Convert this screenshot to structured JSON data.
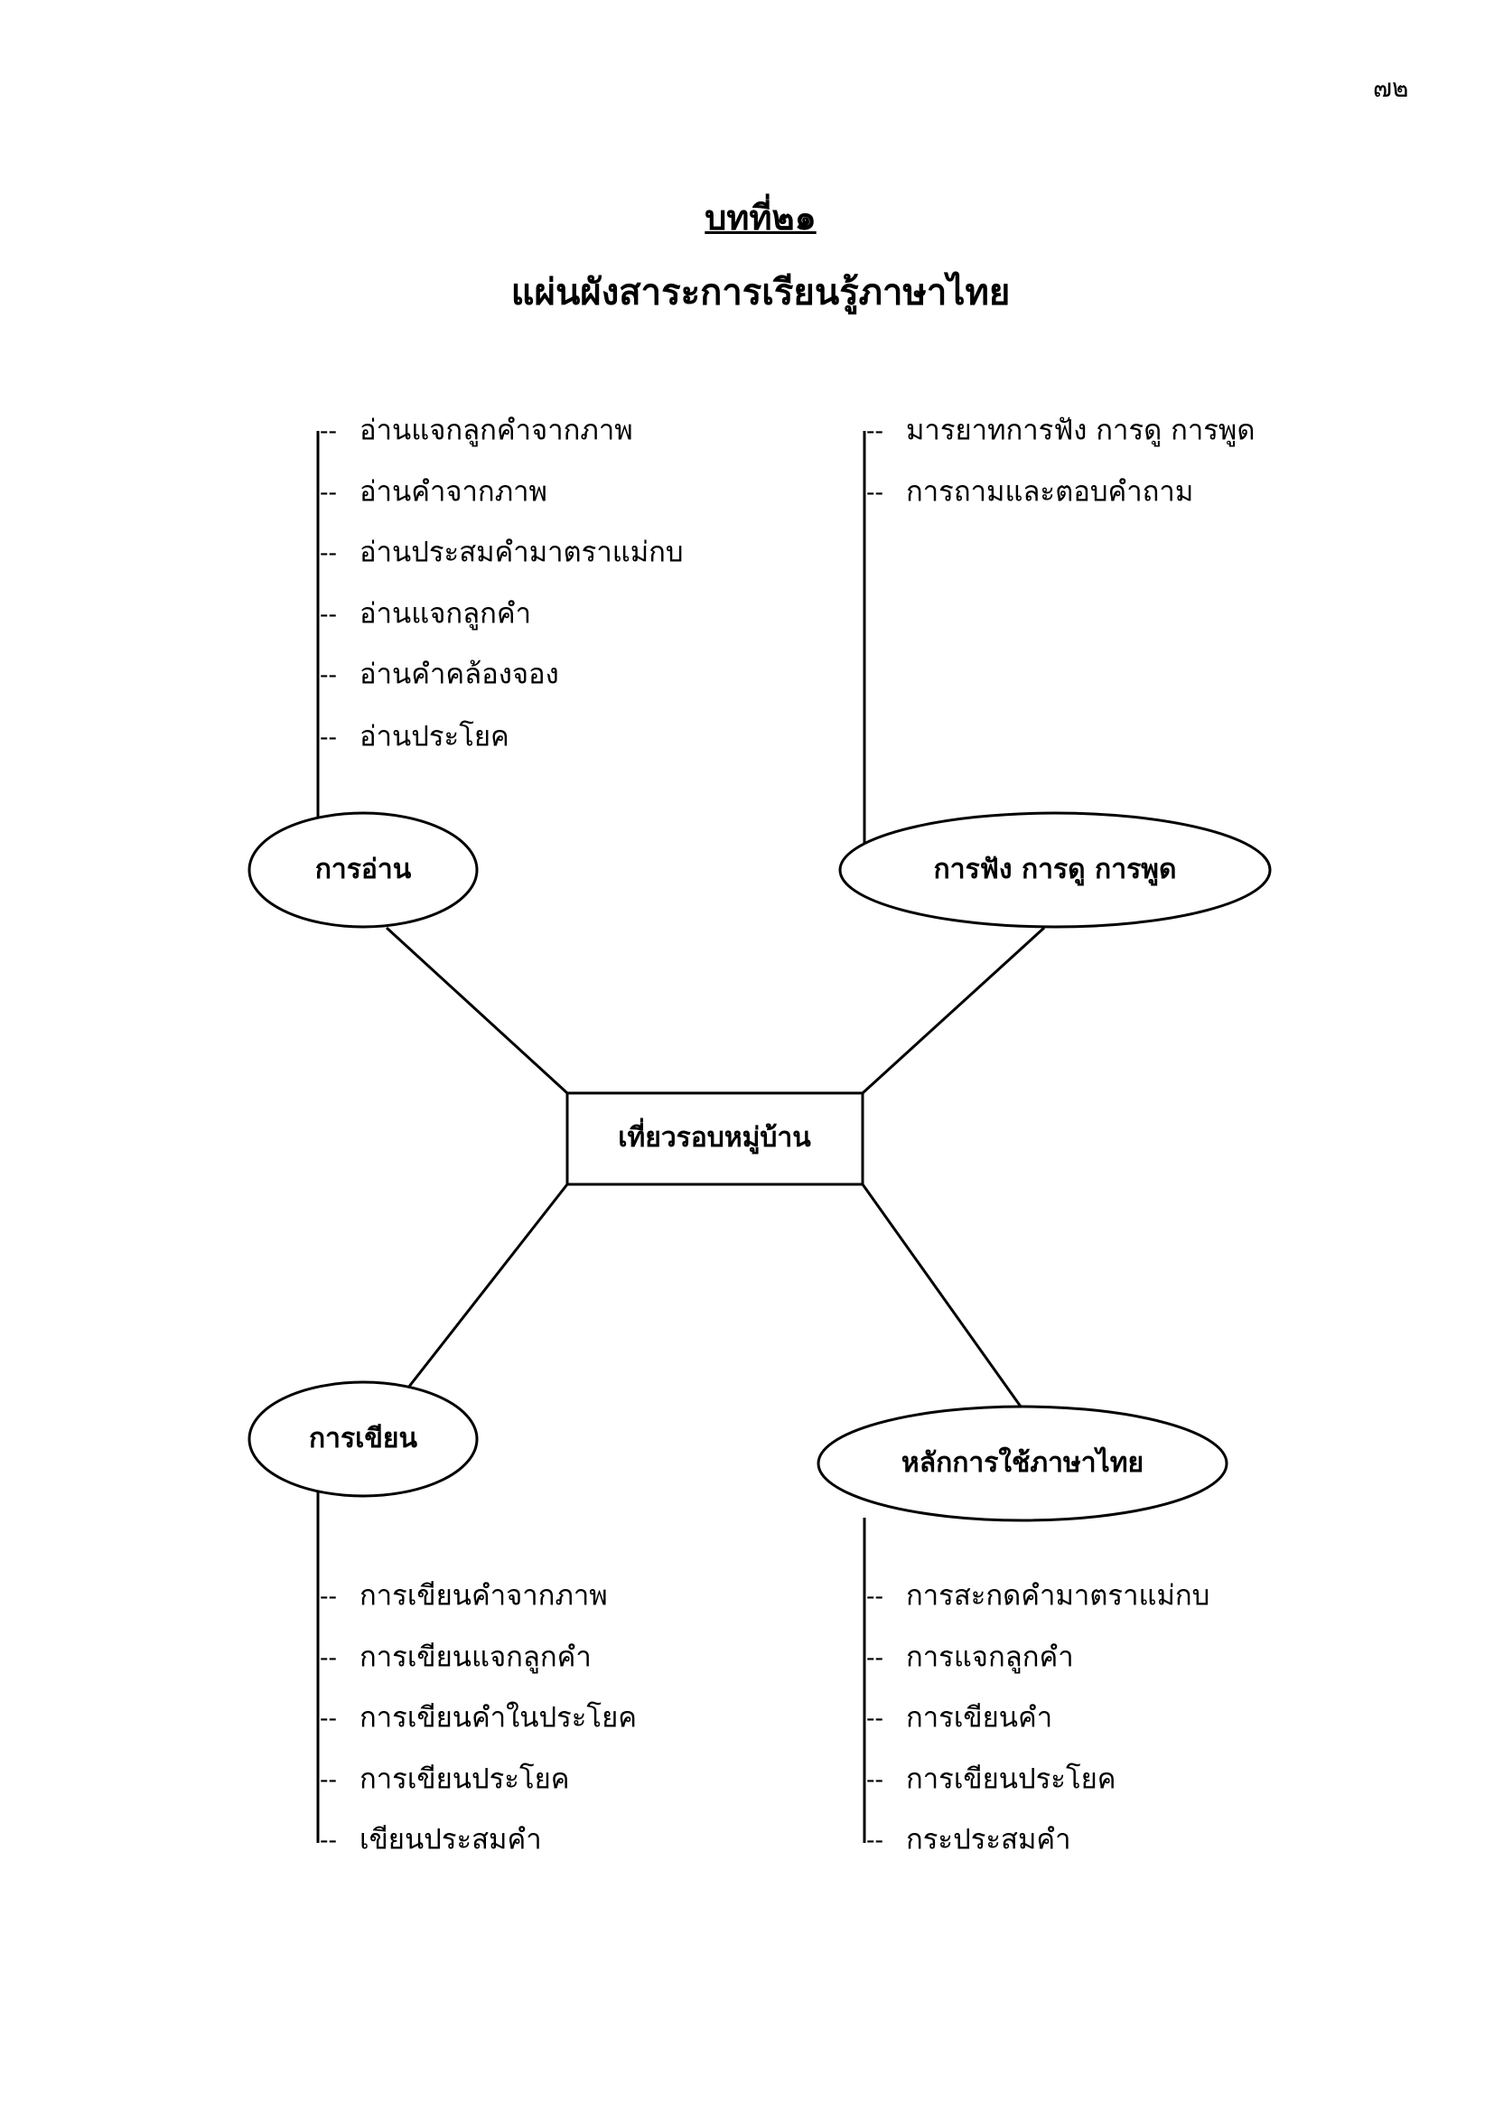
{
  "page_number": "๗๒",
  "title": "บทที่๒๑",
  "subtitle": "แผ่นผังสาระการเรียนรู้ภาษาไทย",
  "center": "เที่ยวรอบหมู่บ้าน",
  "dash": "--",
  "branches": {
    "reading": {
      "label": "การอ่าน",
      "items": [
        "อ่านแจกลูกคำจากภาพ",
        "อ่านคำจากภาพ",
        "อ่านประสมคำมาตราแม่กบ",
        "อ่านแจกลูกคำ",
        "อ่านคำคล้องจอง",
        "อ่านประโยค"
      ]
    },
    "listening": {
      "label": "การฟัง  การดู  การพูด",
      "items": [
        "มารยาทการฟัง  การดู  การพูด",
        "การถามและตอบคำถาม"
      ]
    },
    "writing": {
      "label": "การเขียน",
      "items": [
        "การเขียนคำจากภาพ",
        "การเขียนแจกลูกคำ",
        "การเขียนคำในประโยค",
        "การเขียนประโยค",
        "เขียนประสมคำ"
      ]
    },
    "principles": {
      "label": "หลักการใช้ภาษาไทย",
      "items": [
        "การสะกดคำมาตราแม่กบ",
        "การแจกลูกคำ",
        "การเขียนคำ",
        "การเขียนประโยค",
        "กระประสมคำ"
      ]
    }
  }
}
